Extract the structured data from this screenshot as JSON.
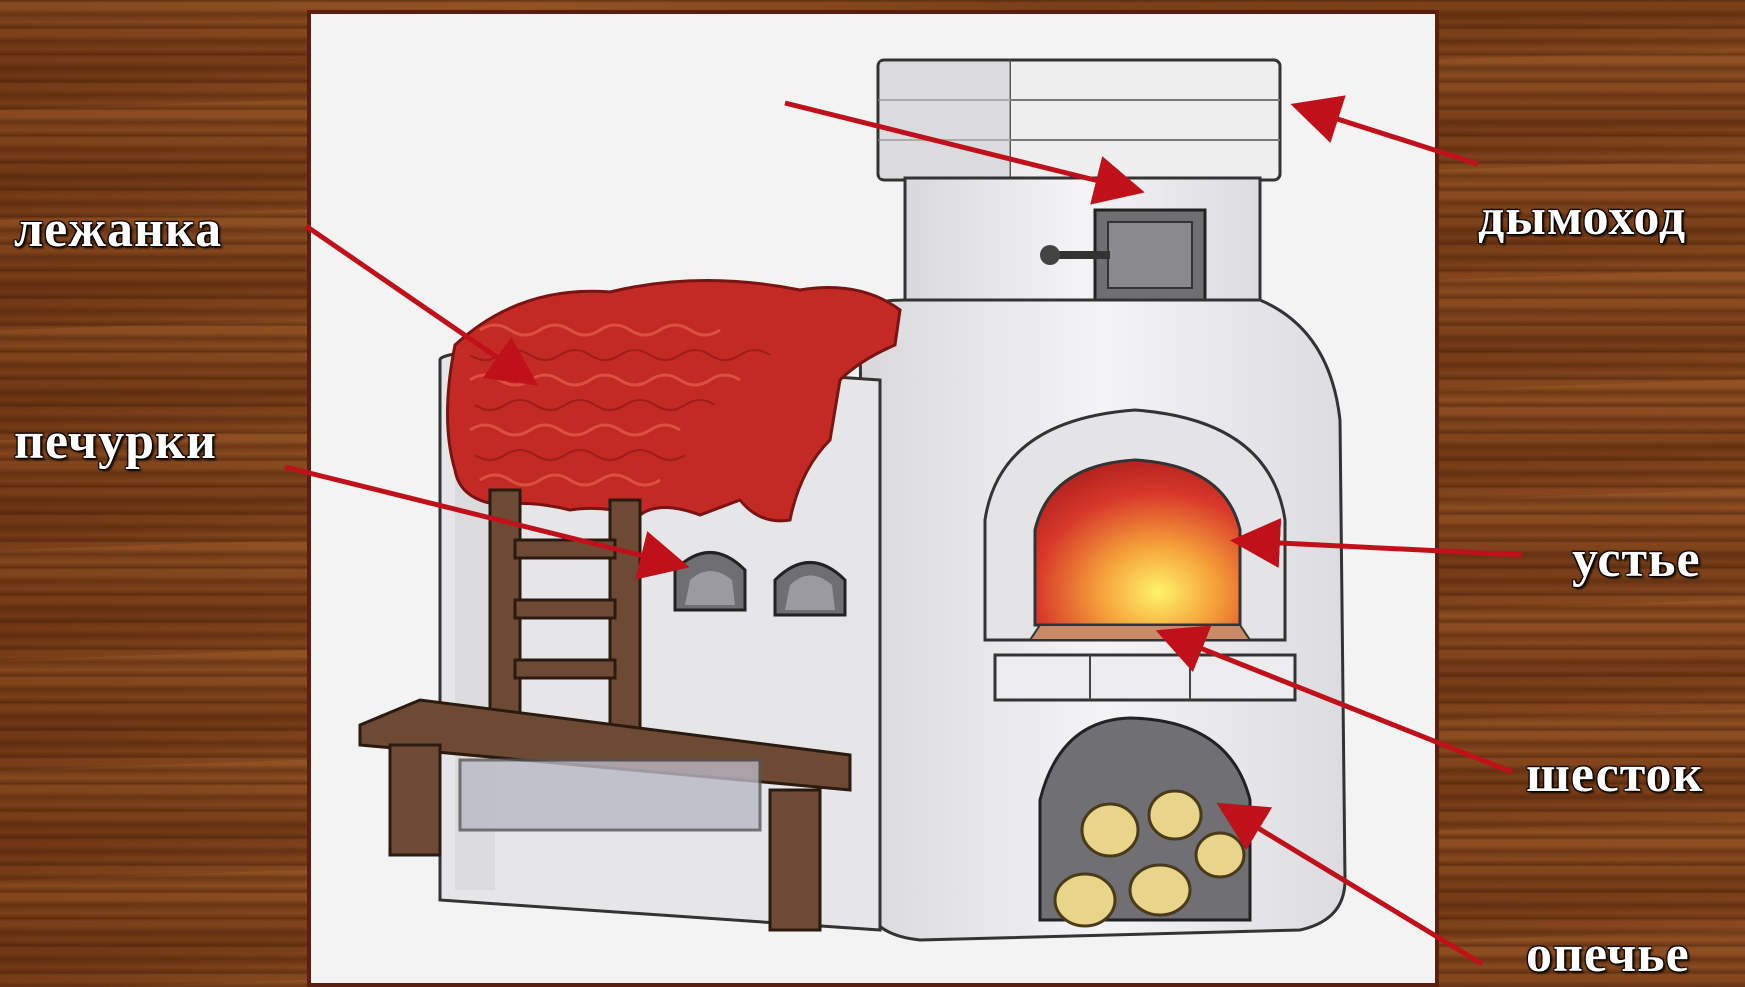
{
  "labels": {
    "zadvizhka": "задвижка",
    "lezhanka": "лежанка",
    "dymokhod": "дымоход",
    "pechurki": "печурки",
    "ustye": "устье",
    "shestok": "шесток",
    "opechye": "опечье"
  },
  "colors": {
    "arrow": "#c0101a",
    "frame_border": "#5a1f10",
    "wood": "#7a3e18",
    "blanket": "#c42a24",
    "stove": "#ececee"
  },
  "icons": [
    "arrow-icon"
  ]
}
